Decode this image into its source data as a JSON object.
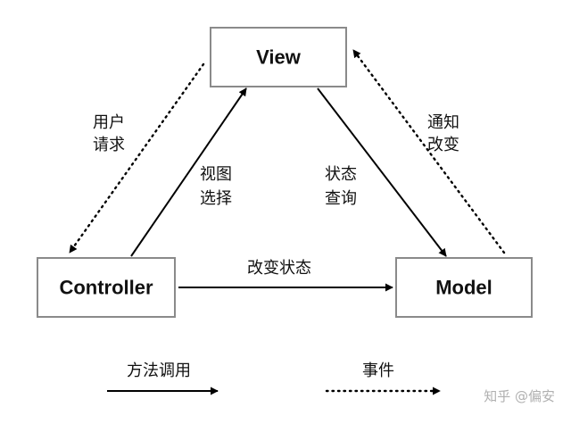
{
  "nodes": {
    "view": "View",
    "controller": "Controller",
    "model": "Model"
  },
  "edges": {
    "user_request": [
      "用户",
      "请求"
    ],
    "view_select": [
      "视图",
      "选择"
    ],
    "state_query": [
      "状态",
      "查询"
    ],
    "notify_change": [
      "通知",
      "改变"
    ],
    "change_state": "改变状态"
  },
  "legend": {
    "method_call": "方法调用",
    "event": "事件"
  },
  "watermark": "知乎 @偏安"
}
